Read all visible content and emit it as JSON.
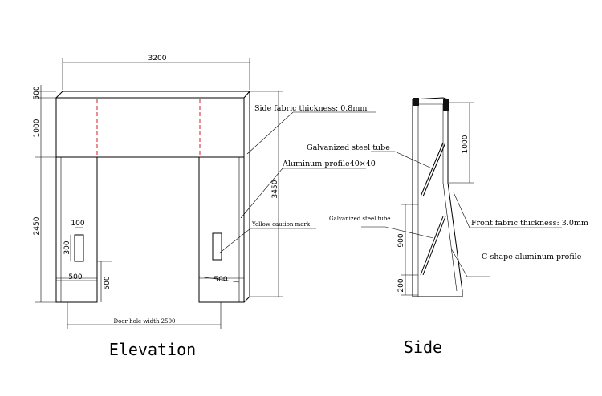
{
  "elevation": {
    "caption": "Elevation",
    "dims": {
      "overall_width": "3200",
      "top_height": "500",
      "header_height": "1000",
      "leg_height": "2450",
      "overall_height": "3450",
      "caution_width": "100",
      "caution_height": "300",
      "base_width": "500",
      "base_height": "500",
      "right_base": "500",
      "door_width": "Door hole width 2500"
    },
    "notes": {
      "side_fabric": "Side fabric thickness: 0.8mm",
      "aluminum": "Aluminum profile40×40",
      "caution": "Yellow caution mark"
    }
  },
  "side": {
    "caption": "Side",
    "dims": {
      "top": "1000",
      "mid": "900",
      "bottom": "200"
    },
    "notes": {
      "tube1": "Galvanized steel tube",
      "tube2": "Galvanized steel tube",
      "front_fabric": "Front fabric thickness: 3.0mm",
      "c_shape": "C-shape aluminum profile"
    }
  }
}
